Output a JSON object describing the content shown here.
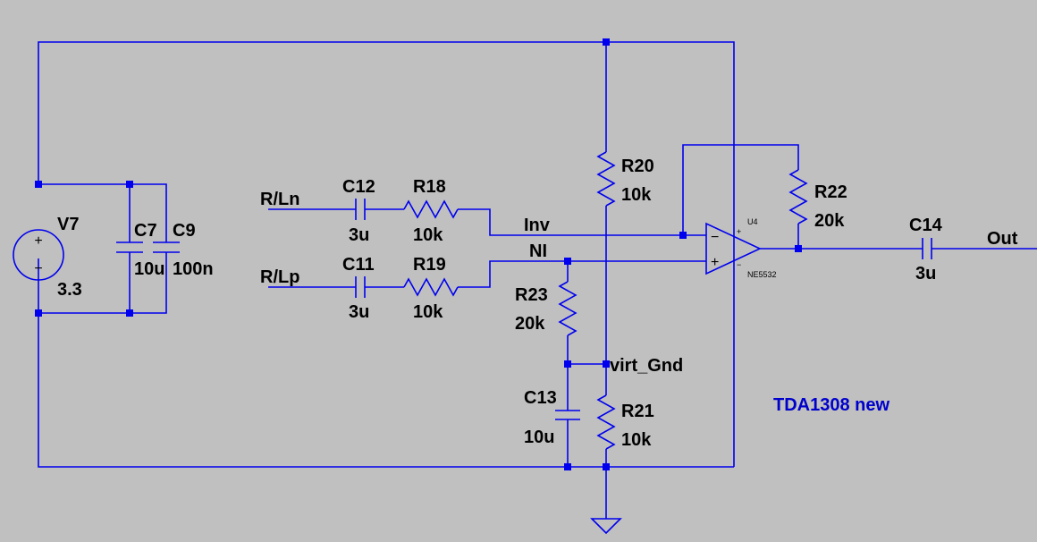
{
  "components": {
    "v7": {
      "name": "V7",
      "value": "3.3"
    },
    "c7": {
      "name": "C7",
      "value": "10u"
    },
    "c9": {
      "name": "C9",
      "value": "100n"
    },
    "c12": {
      "name": "C12",
      "value": "3u"
    },
    "c11": {
      "name": "C11",
      "value": "3u"
    },
    "r18": {
      "name": "R18",
      "value": "10k"
    },
    "r19": {
      "name": "R19",
      "value": "10k"
    },
    "r20": {
      "name": "R20",
      "value": "10k"
    },
    "r21": {
      "name": "R21",
      "value": "10k"
    },
    "r22": {
      "name": "R22",
      "value": "20k"
    },
    "r23": {
      "name": "R23",
      "value": "20k"
    },
    "c13": {
      "name": "C13",
      "value": "10u"
    },
    "c14": {
      "name": "C14",
      "value": "3u"
    },
    "u4": {
      "name": "U4",
      "model": "NE5532"
    }
  },
  "nets": {
    "rln": "R/Ln",
    "rlp": "R/Lp",
    "inv": "Inv",
    "ni": "NI",
    "virt_gnd": "virt_Gnd",
    "out": "Out"
  },
  "note": {
    "text": "TDA1308 new",
    "color": "#0000cc"
  },
  "colors": {
    "background": "#c0c0c0",
    "wire": "#0000ee",
    "label": "#000000"
  }
}
